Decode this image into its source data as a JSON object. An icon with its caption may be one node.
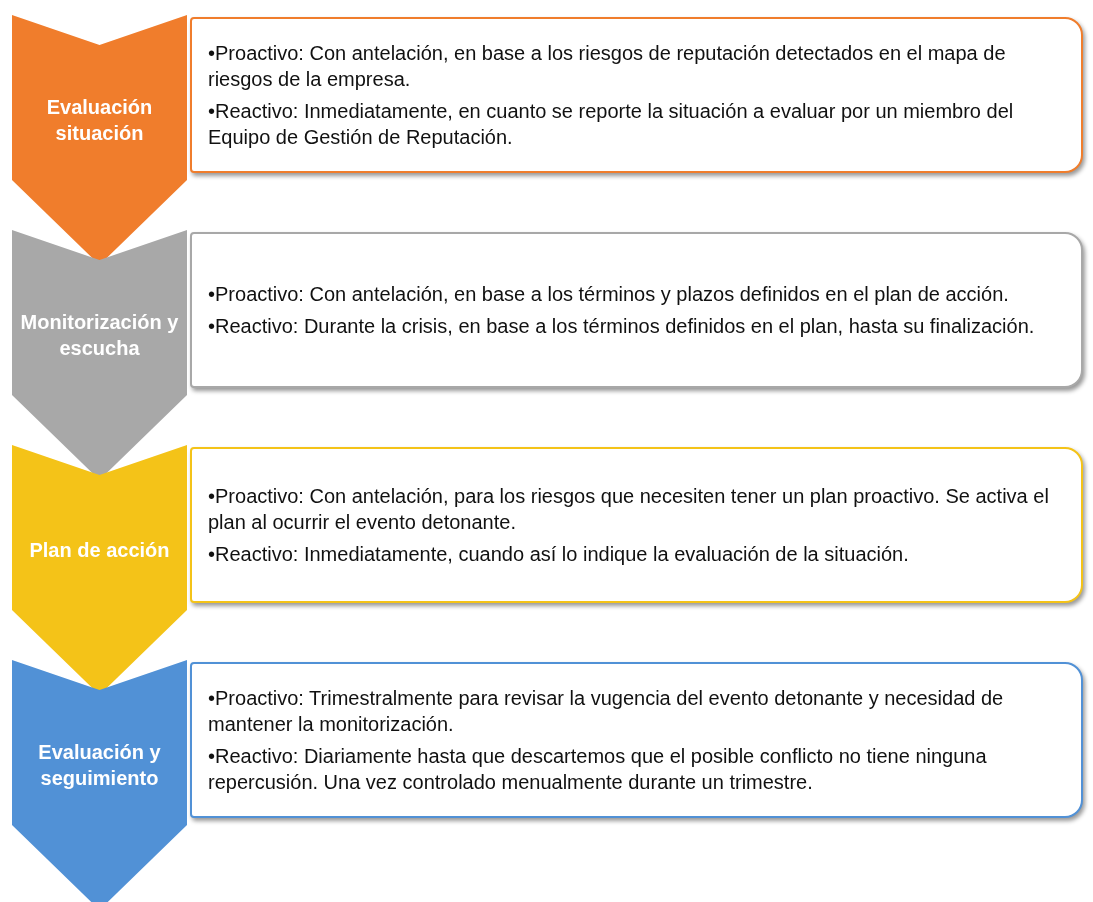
{
  "diagram": {
    "nodes": [
      {
        "text": [
          "Evaluación situación"
        ]
      },
      {
        "text": [
          "•Proactivo: Con antelación, en base a los riesgos de reputación detectados en el mapa de riesgos de la empresa.",
          "•Reactivo: Inmediatamente, en cuanto se reporte la situación a evaluar por un miembro del Equipo de Gestión de Reputación."
        ]
      },
      {
        "text": [
          "Monitorización y escucha"
        ]
      },
      {
        "text": [
          "•Proactivo: Con antelación, en base a los términos y plazos definidos en el plan de acción.",
          "•Reactivo: Durante la crisis, en base a los términos definidos en el plan, hasta su finalización."
        ]
      },
      {
        "text": [
          "Plan de acción"
        ]
      },
      {
        "text": [
          "•Proactivo: Con antelación, para los riesgos que necesiten tener un plan proactivo. Se activa el plan al ocurrir el evento detonante.",
          "•Reactivo: Inmediatamente, cuando así lo indique la evaluación de la situación."
        ]
      },
      {
        "text": [
          "Evaluación y seguimiento"
        ]
      },
      {
        "text": [
          "•Proactivo: Trimestralmente para revisar la vugencia del evento detonante y necesidad de mantener la monitorización.",
          "•Reactivo: Diariamente hasta que descartemos que el posible conflicto no tiene ninguna repercusión. Una vez controlado menualmente durante un trimestre."
        ]
      }
    ]
  }
}
